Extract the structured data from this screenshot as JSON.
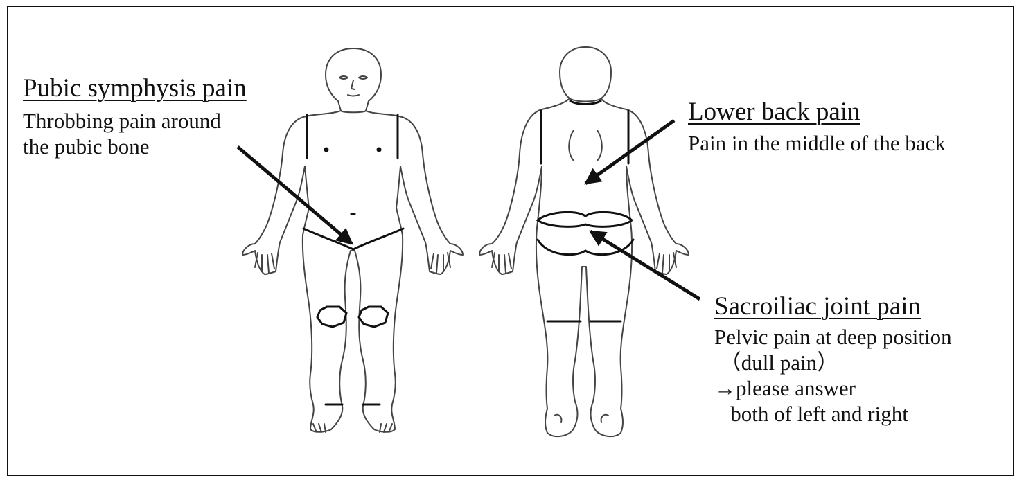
{
  "labels": {
    "pubic_symphysis": {
      "heading": "Pubic symphysis pain",
      "description": "Throbbing pain around\nthe pubic bone"
    },
    "lower_back": {
      "heading": "Lower back pain",
      "description": "Pain in the middle of the back"
    },
    "sacroiliac_joint": {
      "heading": "Sacroiliac joint pain",
      "description": "Pelvic pain at deep position\n （dull pain）\n→please answer\n   both of left and right"
    }
  },
  "figures": [
    "front-view",
    "back-view"
  ],
  "colors": {
    "line": "#111111",
    "background": "#ffffff"
  }
}
